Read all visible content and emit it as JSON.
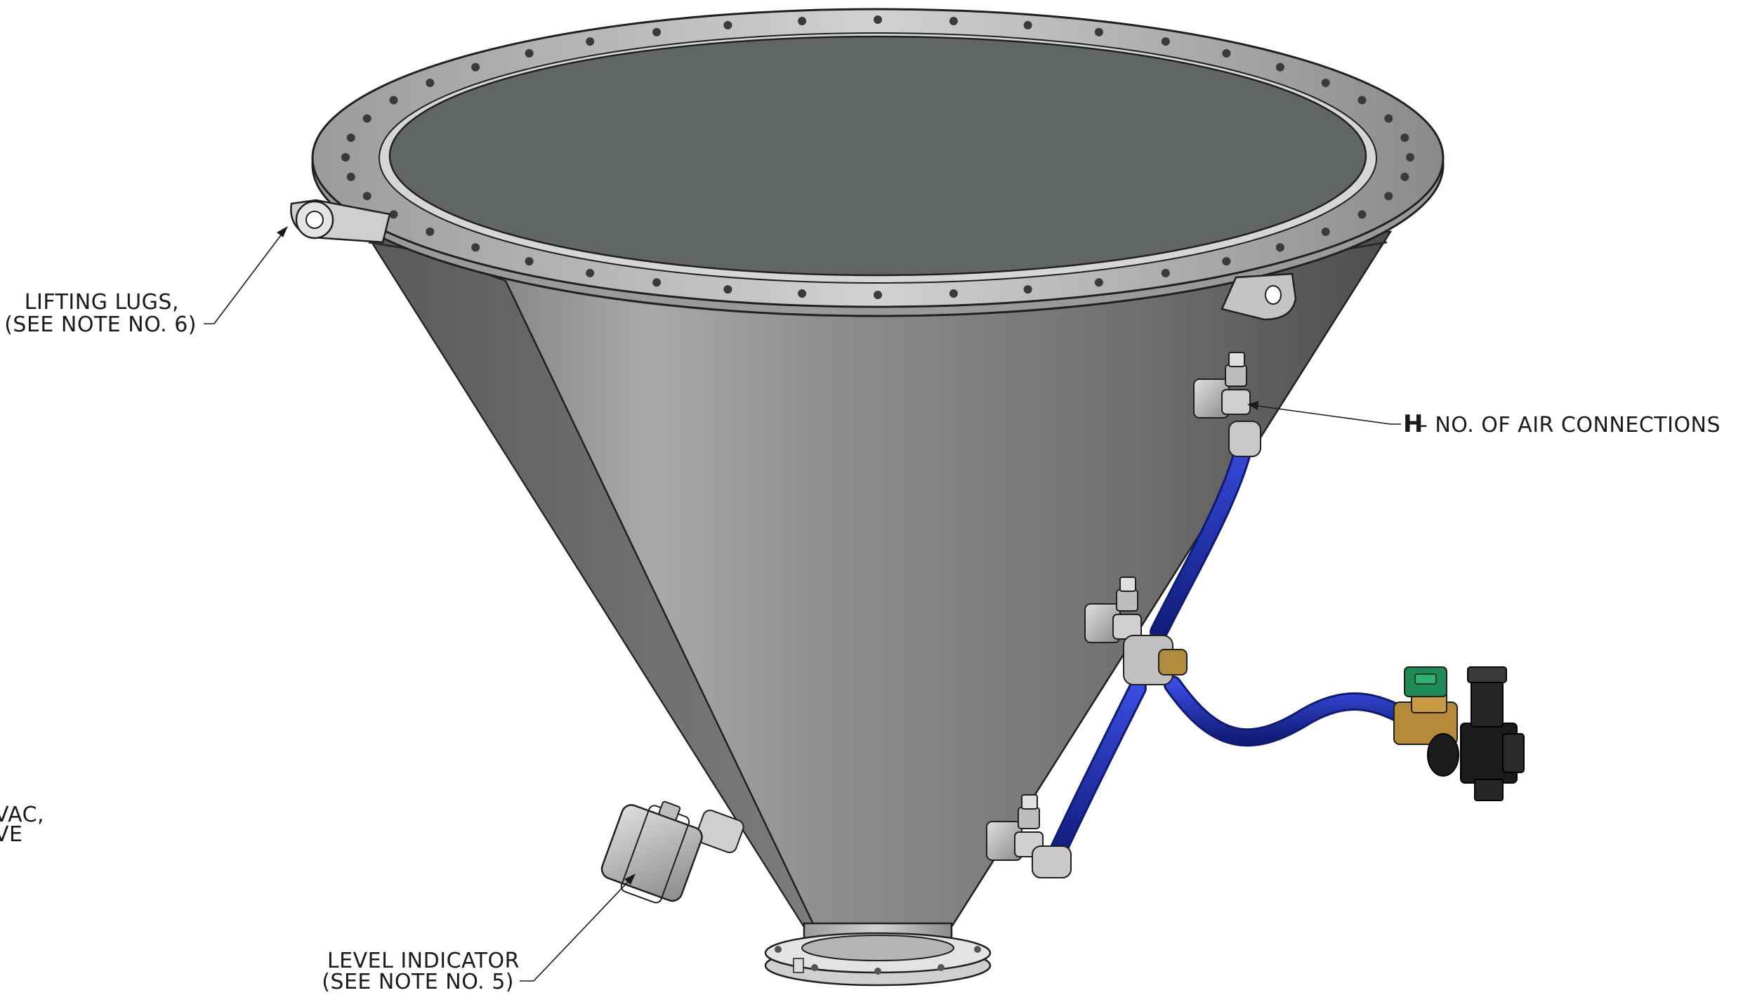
{
  "callouts": {
    "lifting_lugs": {
      "line1": "LIFTING LUGS,",
      "line2": "(SEE NOTE NO. 6)"
    },
    "air_connections": {
      "letter": "H",
      "text": " - NO. OF AIR CONNECTIONS"
    },
    "level_indicator": {
      "line1": "LEVEL INDICATOR",
      "line2": "(SEE NOTE NO. 5)"
    },
    "solenoid_valve_partial": {
      "line1": "VAC,",
      "line2": "VE"
    }
  },
  "colors": {
    "steel": "#8c8c8c",
    "steel_light": "#b8b8b8",
    "steel_dark": "#555555",
    "top_surface": "#616566",
    "hose_blue": "#1f2fb0",
    "brass": "#b58a3a",
    "coil_green": "#1f8a55",
    "regulator_black": "#1c1c1c"
  },
  "icons": {
    "hopper": "conical-hopper-icon",
    "lug": "lifting-lug-icon",
    "air_fitting": "air-nozzle-icon",
    "level_indicator": "level-sensor-icon",
    "solenoid": "solenoid-valve-icon",
    "regulator": "pressure-regulator-icon"
  }
}
